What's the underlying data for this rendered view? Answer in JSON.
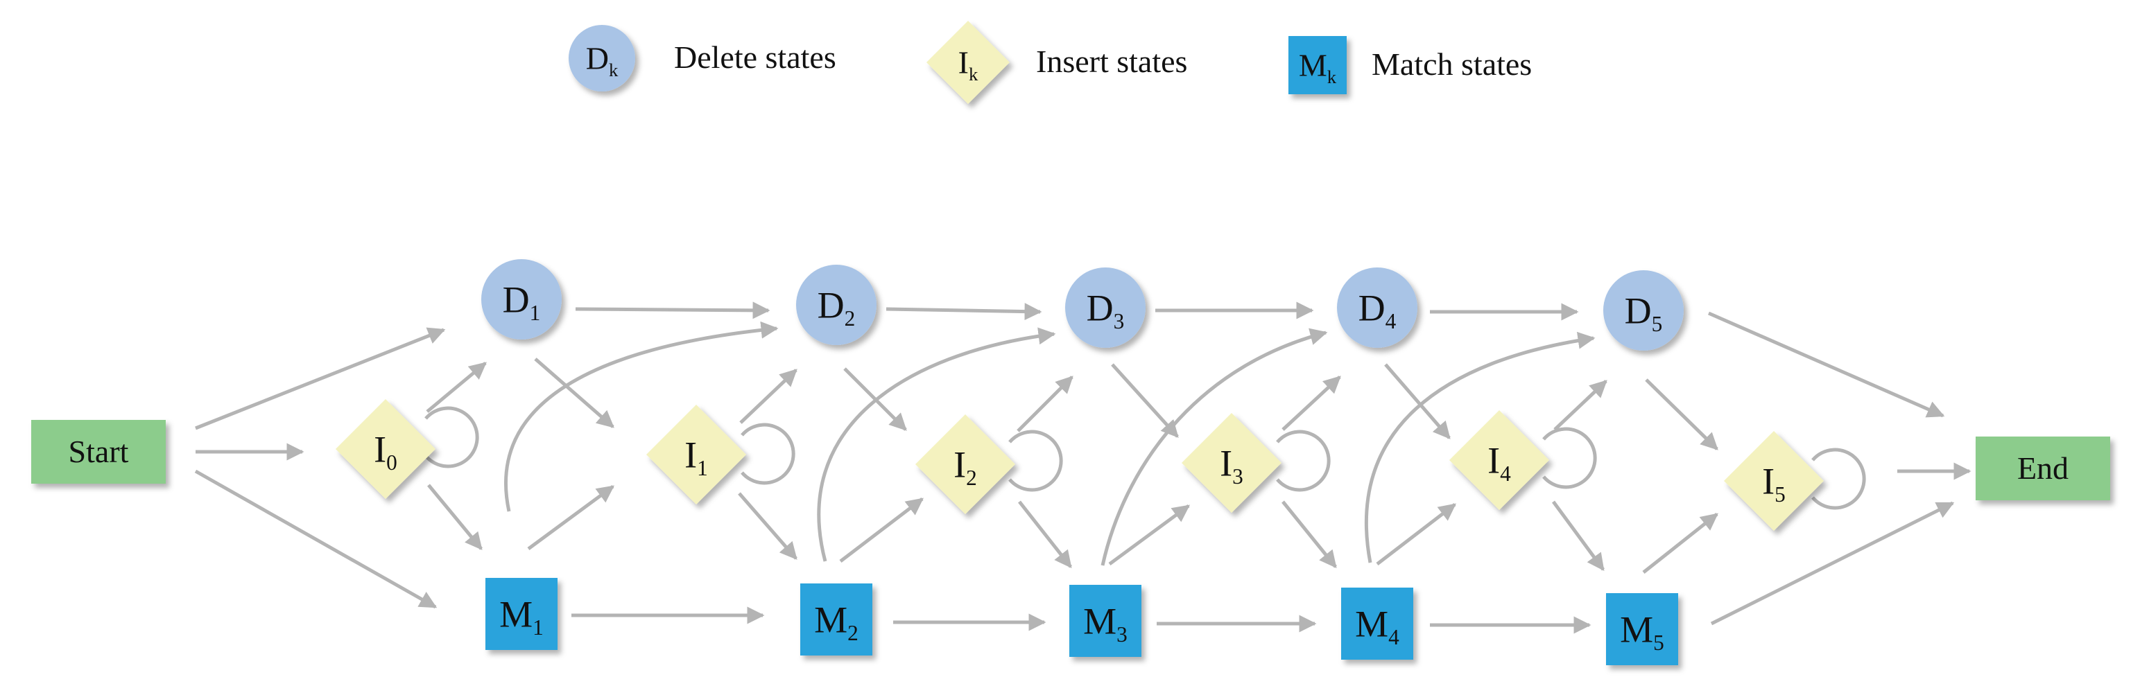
{
  "legend": [
    {
      "shape": "circle",
      "symbol": "D",
      "subscript": "k",
      "label": "Delete states"
    },
    {
      "shape": "diamond",
      "symbol": "I",
      "subscript": "k",
      "label": "Insert states"
    },
    {
      "shape": "square",
      "symbol": "M",
      "subscript": "k",
      "label": "Match states"
    }
  ],
  "colors": {
    "delete_fill": "#a9c4e6",
    "insert_fill": "#f4f2bf",
    "match_fill": "#29a3dc",
    "terminal_fill": "#8ccc8c",
    "edge": "#b4b4b4",
    "text": "#111111"
  },
  "nodes": {
    "start": {
      "label": "Start"
    },
    "end": {
      "label": "End"
    },
    "delete": [
      {
        "symbol": "D",
        "sub": "1"
      },
      {
        "symbol": "D",
        "sub": "2"
      },
      {
        "symbol": "D",
        "sub": "3"
      },
      {
        "symbol": "D",
        "sub": "4"
      },
      {
        "symbol": "D",
        "sub": "5"
      }
    ],
    "insert": [
      {
        "symbol": "I",
        "sub": "0"
      },
      {
        "symbol": "I",
        "sub": "1"
      },
      {
        "symbol": "I",
        "sub": "2"
      },
      {
        "symbol": "I",
        "sub": "3"
      },
      {
        "symbol": "I",
        "sub": "4"
      },
      {
        "symbol": "I",
        "sub": "5"
      }
    ],
    "match": [
      {
        "symbol": "M",
        "sub": "1"
      },
      {
        "symbol": "M",
        "sub": "2"
      },
      {
        "symbol": "M",
        "sub": "3"
      },
      {
        "symbol": "M",
        "sub": "4"
      },
      {
        "symbol": "M",
        "sub": "5"
      }
    ]
  }
}
